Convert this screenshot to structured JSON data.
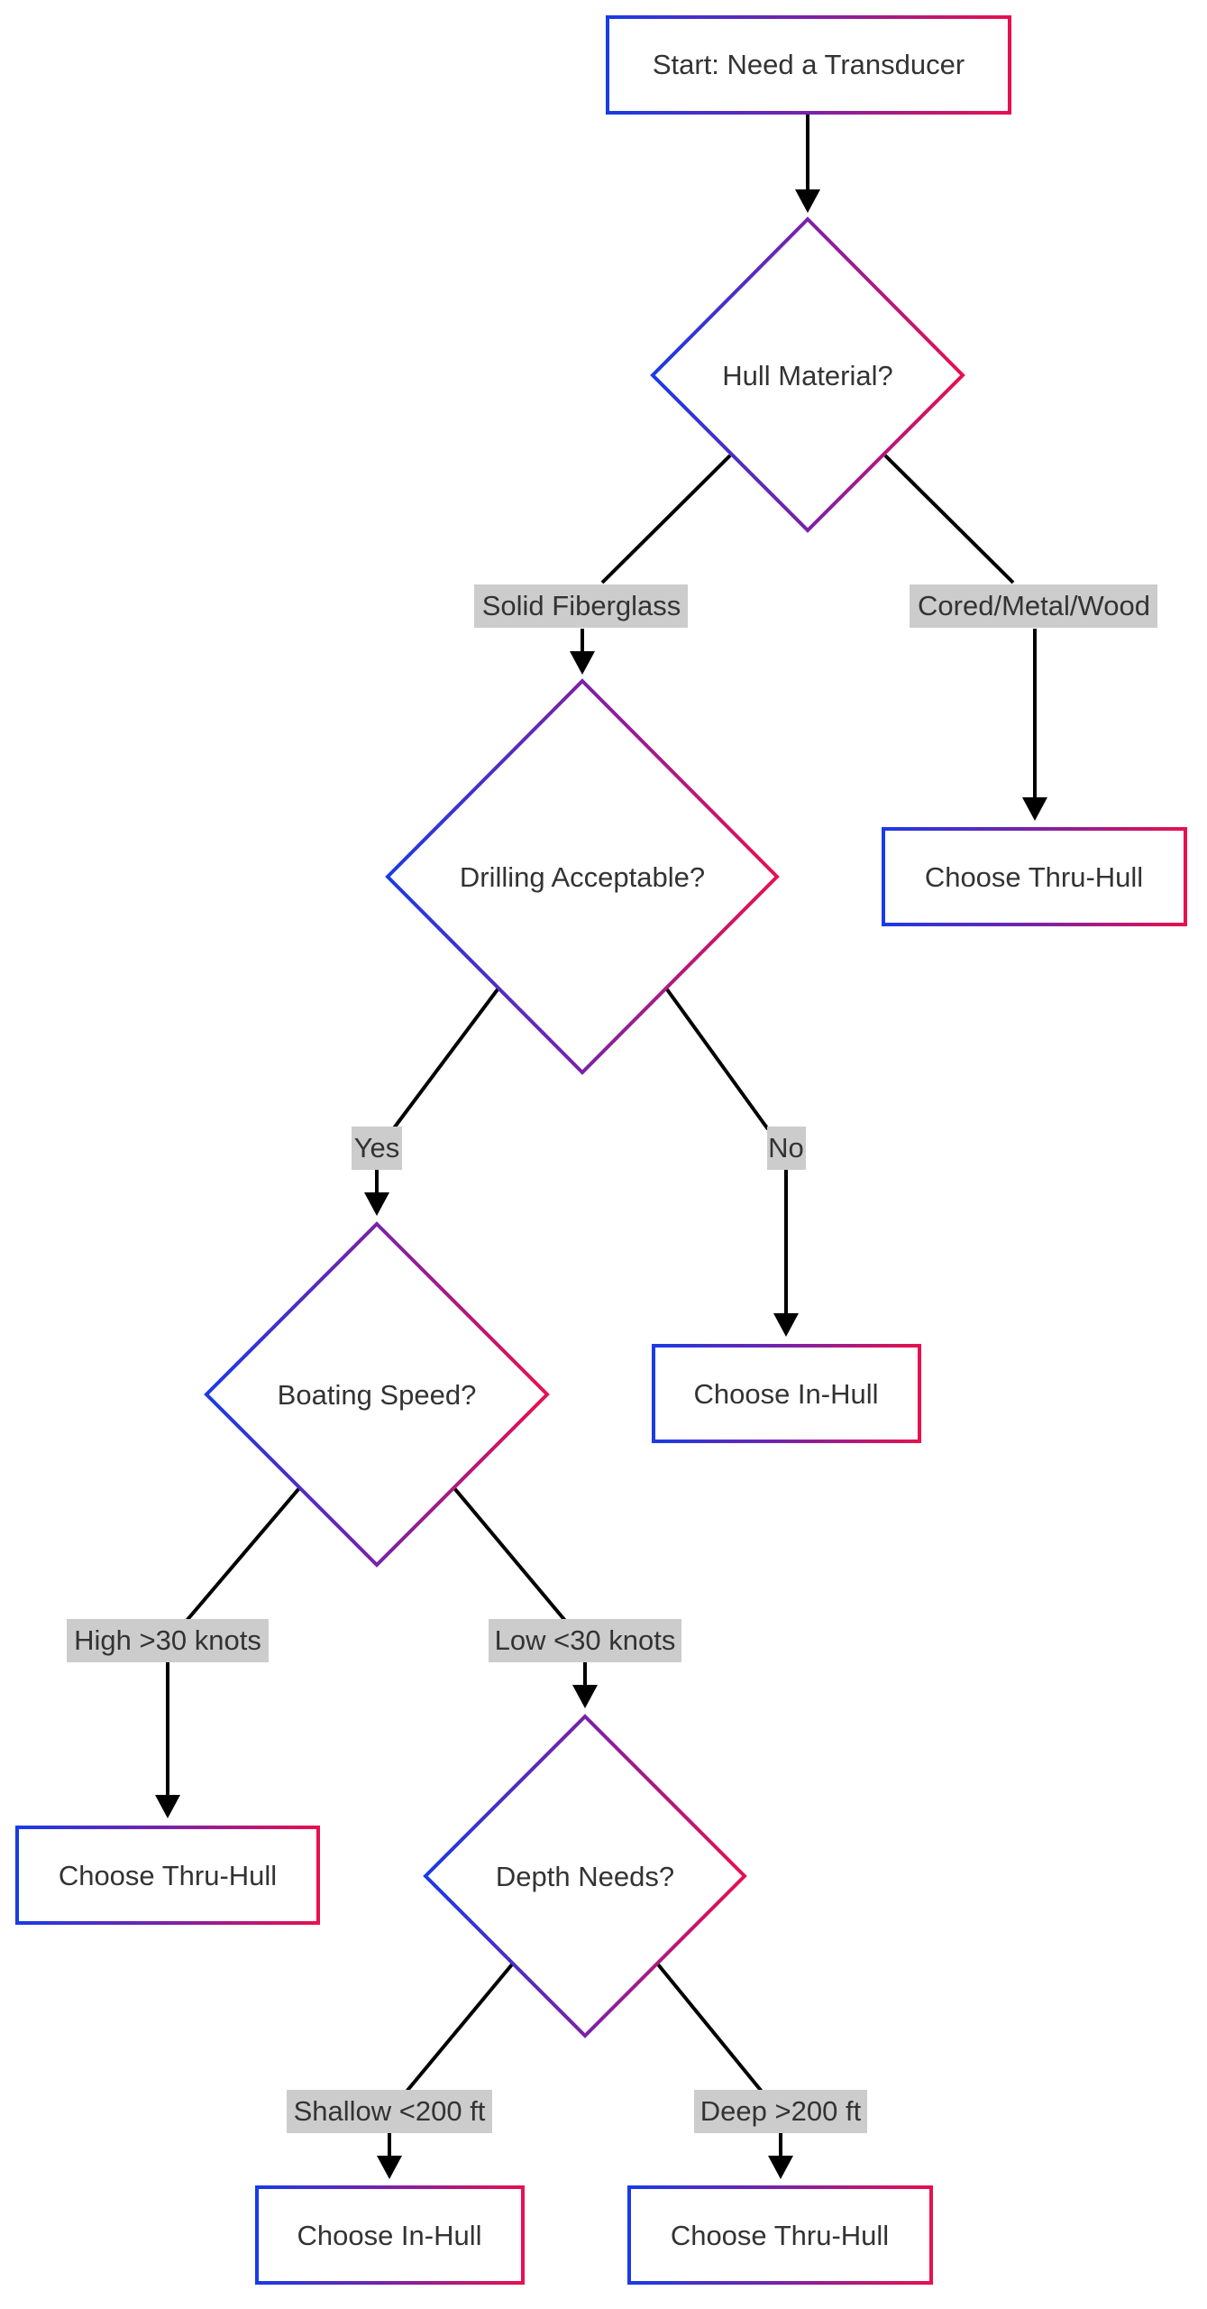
{
  "diagram": {
    "nodes": {
      "start": {
        "label": "Start: Need a Transducer",
        "shape": "rect"
      },
      "hull": {
        "label": "Hull Material?",
        "shape": "diamond"
      },
      "drilling": {
        "label": "Drilling Acceptable?",
        "shape": "diamond"
      },
      "thru_cored": {
        "label": "Choose Thru-Hull",
        "shape": "rect"
      },
      "speed": {
        "label": "Boating Speed?",
        "shape": "diamond"
      },
      "inhull_no_drill": {
        "label": "Choose In-Hull",
        "shape": "rect"
      },
      "thru_high": {
        "label": "Choose Thru-Hull",
        "shape": "rect"
      },
      "depth": {
        "label": "Depth Needs?",
        "shape": "diamond"
      },
      "inhull_shallow": {
        "label": "Choose In-Hull",
        "shape": "rect"
      },
      "thru_deep": {
        "label": "Choose Thru-Hull",
        "shape": "rect"
      }
    },
    "edges": [
      {
        "from": "start",
        "to": "hull",
        "label": ""
      },
      {
        "from": "hull",
        "to": "drilling",
        "label": "Solid Fiberglass"
      },
      {
        "from": "hull",
        "to": "thru_cored",
        "label": "Cored/Metal/Wood"
      },
      {
        "from": "drilling",
        "to": "speed",
        "label": "Yes"
      },
      {
        "from": "drilling",
        "to": "inhull_no_drill",
        "label": "No"
      },
      {
        "from": "speed",
        "to": "thru_high",
        "label": "High >30 knots"
      },
      {
        "from": "speed",
        "to": "depth",
        "label": "Low <30 knots"
      },
      {
        "from": "depth",
        "to": "inhull_shallow",
        "label": "Shallow <200 ft"
      },
      {
        "from": "depth",
        "to": "thru_deep",
        "label": "Deep >200 ft"
      }
    ],
    "colors": {
      "gradient_start": "#1a3be6",
      "gradient_mid": "#7a22a8",
      "gradient_end": "#e8104f",
      "edge": "#000000",
      "edge_label_bg": "#cccccc",
      "text": "#333333"
    }
  }
}
